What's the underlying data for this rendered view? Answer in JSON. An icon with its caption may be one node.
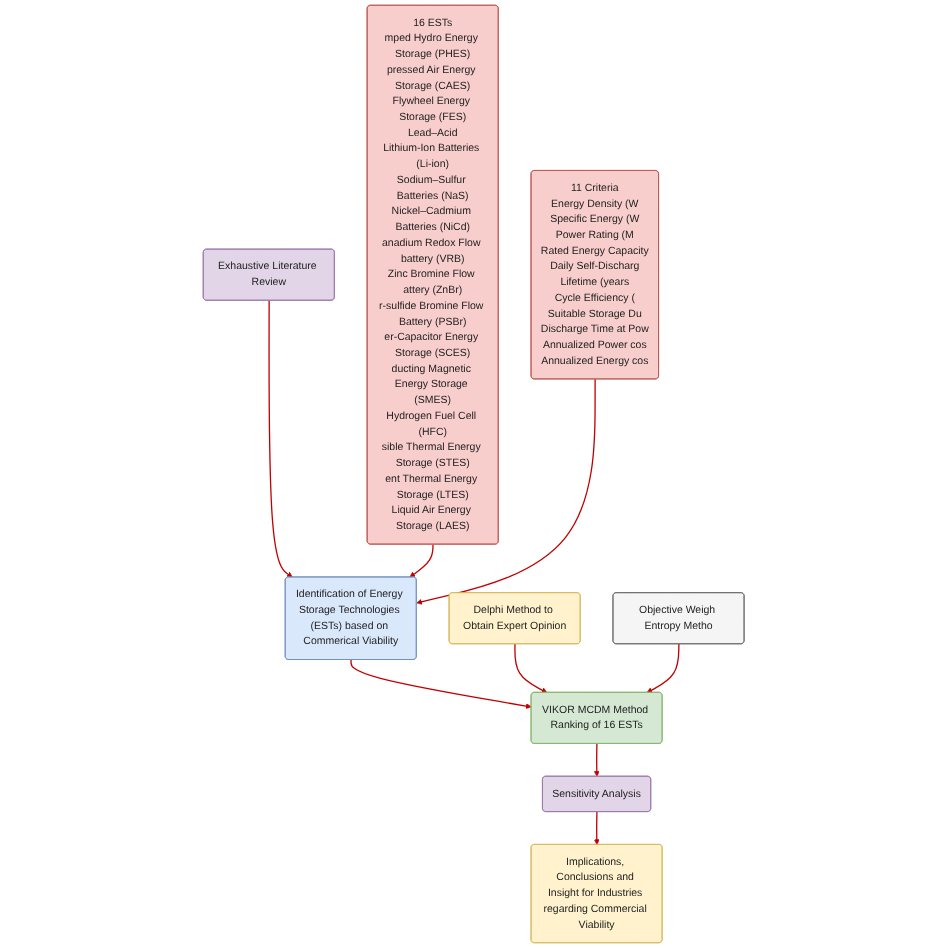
{
  "diagram": {
    "nodes": [
      {
        "text": [
          "16 ESTs",
          "mped Hydro Energy Storage (PHES)",
          "pressed Air Energy Storage (CAES)",
          "Flywheel Energy Storage (FES)",
          "Lead–Acid",
          "Lithium-Ion Batteries (Li-ion)",
          "Sodium–Sulfur Batteries (NaS)",
          "Nickel–Cadmium Batteries (NiCd)",
          "anadium Redox Flow battery (VRB)",
          "Zinc Bromine Flow attery (ZnBr)",
          "r-sulfide Bromine Flow Battery (PSBr)",
          "er-Capacitor Energy Storage (SCES)",
          "ducting Magnetic Energy Storage (SMES)",
          "Hydrogen Fuel Cell (HFC)",
          "sible Thermal Energy Storage (STES)",
          "ent Thermal Energy Storage (LTES)",
          "Liquid Air Energy Storage (LAES)"
        ]
      },
      {
        "text": [
          "Exhaustive Literature Review"
        ]
      },
      {
        "text": [
          "Identification of Energy Storage Technologies (ESTs) based on Commerical Viability"
        ]
      },
      {
        "text": [
          "11 Criteria",
          "Energy Density (W",
          "Specific Energy (W",
          "Power Rating (M",
          "Rated Energy Capacity",
          "Daily Self-Discharg",
          "Lifetime (years",
          "Cycle Efficiency (",
          "Suitable Storage Du",
          "Discharge Time at Pow",
          "Annualized Power cos",
          "Annualized Energy cos"
        ]
      },
      {
        "text": [
          "Delphi Method to Obtain Expert Opinion"
        ]
      },
      {
        "text": [
          "VIKOR MCDM Method Ranking of 16 ESTs"
        ]
      },
      {
        "text": [
          "Objective Weigh Entropy Metho"
        ]
      },
      {
        "text": [
          "Sensitivity Analysis"
        ]
      },
      {
        "text": [
          "Implications, Conclusions and Insight for Industries regarding Commercial Viability"
        ]
      }
    ],
    "edges": [
      {
        "from": 1,
        "to": 2,
        "arrow": "to"
      },
      {
        "from": 0,
        "to": 2,
        "arrow": "to"
      },
      {
        "from": 3,
        "to": 2,
        "arrow": "to"
      },
      {
        "from": 2,
        "to": 5,
        "arrow": "to"
      },
      {
        "from": 4,
        "to": 5,
        "arrow": "to"
      },
      {
        "from": 6,
        "to": 5,
        "arrow": "to"
      },
      {
        "from": 5,
        "to": 7,
        "arrow": "to"
      },
      {
        "from": 7,
        "to": 8,
        "arrow": "to"
      }
    ]
  }
}
